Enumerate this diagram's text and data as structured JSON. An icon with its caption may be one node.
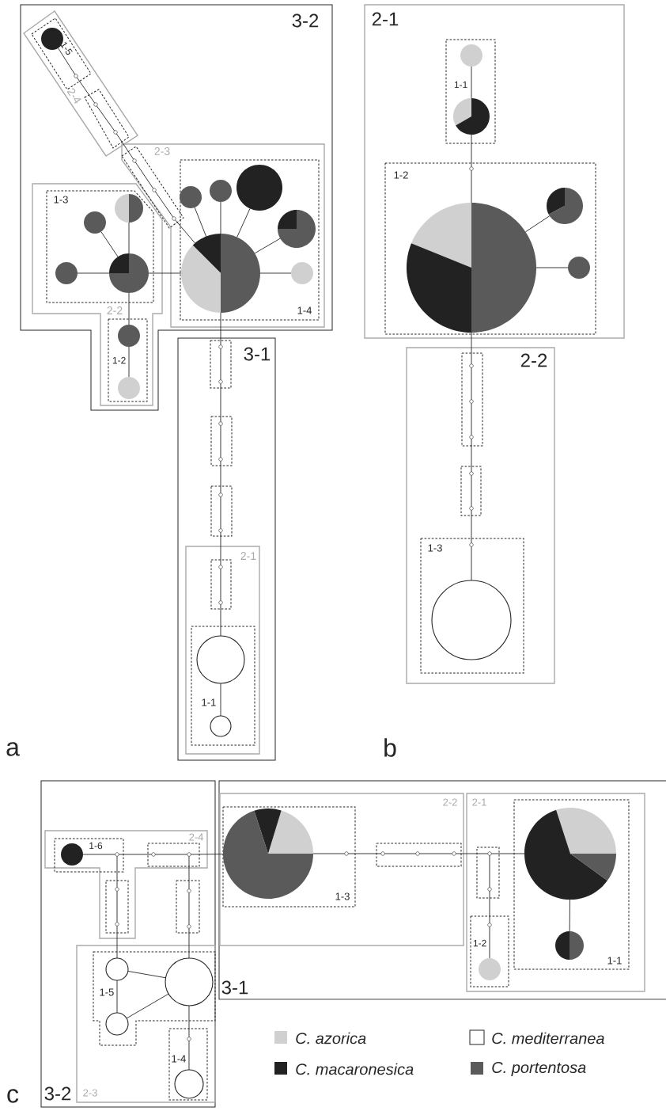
{
  "diagram": {
    "nodes": [
      {
        "text": [
          "3-2"
        ]
      },
      {
        "text": [
          "2-4"
        ],
        "in": 0
      },
      {
        "text": [
          "1-5"
        ],
        "in": 1
      },
      {
        "text": [],
        "shape": "box",
        "in": 1
      },
      {
        "text": [
          "2-3"
        ],
        "in": 0
      },
      {
        "text": [],
        "shape": "box",
        "in": 4
      },
      {
        "text": [
          "1-4"
        ],
        "in": 4
      },
      {
        "text": [
          "2-2"
        ],
        "in": 0
      },
      {
        "text": [
          "1-3"
        ],
        "in": 7
      },
      {
        "text": [
          "1-2"
        ],
        "in": 7
      },
      {
        "text": [
          "3-1"
        ]
      },
      {
        "text": [],
        "shape": "box",
        "in": 10
      },
      {
        "text": [],
        "shape": "box",
        "in": 10
      },
      {
        "text": [],
        "shape": "box",
        "in": 10
      },
      {
        "text": [
          "2-1"
        ],
        "in": 10
      },
      {
        "text": [],
        "shape": "box",
        "in": 14
      },
      {
        "text": [
          "1-1"
        ],
        "in": 14
      },
      {
        "text": [],
        "shape": "circle",
        "in": 2
      },
      {
        "text": [],
        "shape": "circle",
        "in": 2
      },
      {
        "text": [],
        "shape": "circle",
        "in": 3
      },
      {
        "text": [],
        "shape": "circle",
        "in": 3
      },
      {
        "text": [],
        "shape": "circle",
        "in": 5
      },
      {
        "text": [],
        "shape": "circle",
        "in": 5
      },
      {
        "text": [],
        "shape": "circle",
        "in": 5
      },
      {
        "text": [],
        "shape": "circle",
        "in": 6
      },
      {
        "text": [],
        "shape": "circle",
        "in": 6
      },
      {
        "text": [],
        "shape": "circle",
        "in": 6
      },
      {
        "text": [],
        "shape": "circle",
        "in": 6
      },
      {
        "text": [],
        "shape": "circle",
        "in": 6
      },
      {
        "text": [],
        "shape": "circle",
        "in": 6
      },
      {
        "text": [],
        "shape": "circle",
        "in": 8
      },
      {
        "text": [],
        "shape": "circle",
        "in": 8
      },
      {
        "text": [],
        "shape": "circle",
        "in": 8
      },
      {
        "text": [],
        "shape": "circle",
        "in": 8
      },
      {
        "text": [],
        "shape": "circle",
        "in": 9
      },
      {
        "text": [],
        "shape": "circle",
        "in": 9
      },
      {
        "text": [],
        "shape": "circle",
        "in": 11
      },
      {
        "text": [],
        "shape": "circle",
        "in": 11
      },
      {
        "text": [],
        "shape": "circle",
        "in": 12
      },
      {
        "text": [],
        "shape": "circle",
        "in": 12
      },
      {
        "text": [],
        "shape": "circle",
        "in": 13
      },
      {
        "text": [],
        "shape": "circle",
        "in": 13
      },
      {
        "text": [],
        "shape": "circle",
        "in": 15
      },
      {
        "text": [],
        "shape": "circle",
        "in": 15
      },
      {
        "text": [],
        "shape": "circle",
        "in": 16
      },
      {
        "text": [],
        "shape": "circle",
        "in": 16
      },
      {
        "text": [
          "2-1"
        ]
      },
      {
        "text": [
          "1-1"
        ],
        "in": 46
      },
      {
        "text": [
          "1-2"
        ],
        "in": 46
      },
      {
        "text": [
          "2-2"
        ]
      },
      {
        "text": [],
        "shape": "box",
        "in": 49
      },
      {
        "text": [],
        "shape": "box",
        "in": 49
      },
      {
        "text": [
          "1-3"
        ],
        "in": 49
      },
      {
        "text": [],
        "shape": "circle",
        "in": 47
      },
      {
        "text": [],
        "shape": "circle",
        "in": 47
      },
      {
        "text": [],
        "shape": "circle",
        "in": 48
      },
      {
        "text": [],
        "shape": "circle",
        "in": 48
      },
      {
        "text": [],
        "shape": "circle",
        "in": 48
      },
      {
        "text": [],
        "shape": "circle",
        "in": 48
      },
      {
        "text": [],
        "shape": "circle",
        "in": 50
      },
      {
        "text": [],
        "shape": "circle",
        "in": 50
      },
      {
        "text": [],
        "shape": "circle",
        "in": 50
      },
      {
        "text": [],
        "shape": "circle",
        "in": 51
      },
      {
        "text": [],
        "shape": "circle",
        "in": 51
      },
      {
        "text": [],
        "shape": "circle",
        "in": 52
      },
      {
        "text": [],
        "shape": "circle",
        "in": 52
      },
      {
        "text": [
          "3-2"
        ]
      },
      {
        "text": [
          "2-4"
        ],
        "in": 66
      },
      {
        "text": [
          "1-6"
        ],
        "in": 67
      },
      {
        "text": [],
        "shape": "box",
        "in": 67
      },
      {
        "text": [],
        "shape": "box",
        "in": 67
      },
      {
        "text": [],
        "shape": "box",
        "in": 66
      },
      {
        "text": [
          "2-3"
        ],
        "in": 66
      },
      {
        "text": [
          "1-5"
        ],
        "in": 72
      },
      {
        "text": [
          "1-4"
        ],
        "in": 72
      },
      {
        "text": [
          "3-1"
        ]
      },
      {
        "text": [
          "2-2"
        ],
        "in": 75
      },
      {
        "text": [
          "1-3"
        ],
        "in": 76
      },
      {
        "text": [],
        "shape": "box",
        "in": 76
      },
      {
        "text": [
          "2-1"
        ],
        "in": 75
      },
      {
        "text": [],
        "shape": "box",
        "in": 79
      },
      {
        "text": [
          "1-2"
        ],
        "in": 79
      },
      {
        "text": [
          "1-1"
        ],
        "in": 79
      },
      {
        "text": [],
        "shape": "circle",
        "in": 68
      },
      {
        "text": [],
        "shape": "circle",
        "in": 68
      },
      {
        "text": [],
        "shape": "circle",
        "in": 69
      },
      {
        "text": [],
        "shape": "circle",
        "in": 69
      },
      {
        "text": [],
        "shape": "circle",
        "in": 70
      },
      {
        "text": [],
        "shape": "circle",
        "in": 70
      },
      {
        "text": [],
        "shape": "circle",
        "in": 71
      },
      {
        "text": [],
        "shape": "circle",
        "in": 71
      },
      {
        "text": [],
        "shape": "circle",
        "in": 73
      },
      {
        "text": [],
        "shape": "circle",
        "in": 73
      },
      {
        "text": [],
        "shape": "circle",
        "in": 73
      },
      {
        "text": [],
        "shape": "circle",
        "in": 74
      },
      {
        "text": [],
        "shape": "circle",
        "in": 74
      },
      {
        "text": [],
        "shape": "circle",
        "in": 77
      },
      {
        "text": [],
        "shape": "circle",
        "in": 77
      },
      {
        "text": [],
        "shape": "circle",
        "in": 78
      },
      {
        "text": [],
        "shape": "circle",
        "in": 78
      },
      {
        "text": [],
        "shape": "circle",
        "in": 78
      },
      {
        "text": [],
        "shape": "circle",
        "in": 80
      },
      {
        "text": [],
        "shape": "circle",
        "in": 80
      },
      {
        "text": [],
        "shape": "circle",
        "in": 81
      },
      {
        "text": [],
        "shape": "circle",
        "in": 81
      },
      {
        "text": [],
        "shape": "circle",
        "in": 82
      },
      {
        "text": [],
        "shape": "circle",
        "in": 82
      }
    ],
    "edges": [
      {
        "from": 17,
        "to": 18,
        "arrow": "none"
      },
      {
        "from": 18,
        "to": 19,
        "arrow": "none"
      },
      {
        "from": 19,
        "to": 20,
        "arrow": "none"
      },
      {
        "from": 20,
        "to": 21,
        "arrow": "none"
      },
      {
        "from": 21,
        "to": 22,
        "arrow": "none"
      },
      {
        "from": 22,
        "to": 23,
        "arrow": "none"
      },
      {
        "from": 23,
        "to": 24,
        "arrow": "none"
      },
      {
        "from": 24,
        "to": 25,
        "arrow": "none"
      },
      {
        "from": 24,
        "to": 26,
        "arrow": "none"
      },
      {
        "from": 24,
        "to": 27,
        "arrow": "none"
      },
      {
        "from": 24,
        "to": 28,
        "arrow": "none"
      },
      {
        "from": 24,
        "to": 29,
        "arrow": "none"
      },
      {
        "from": 30,
        "to": 24,
        "arrow": "none"
      },
      {
        "from": 30,
        "to": 31,
        "arrow": "none"
      },
      {
        "from": 30,
        "to": 32,
        "arrow": "none"
      },
      {
        "from": 30,
        "to": 33,
        "arrow": "none"
      },
      {
        "from": 30,
        "to": 34,
        "arrow": "none"
      },
      {
        "from": 34,
        "to": 35,
        "arrow": "none"
      },
      {
        "from": 24,
        "to": 36,
        "arrow": "none"
      },
      {
        "from": 36,
        "to": 37,
        "arrow": "none"
      },
      {
        "from": 37,
        "to": 38,
        "arrow": "none"
      },
      {
        "from": 38,
        "to": 39,
        "arrow": "none"
      },
      {
        "from": 39,
        "to": 40,
        "arrow": "none"
      },
      {
        "from": 40,
        "to": 41,
        "arrow": "none"
      },
      {
        "from": 41,
        "to": 42,
        "arrow": "none"
      },
      {
        "from": 42,
        "to": 43,
        "arrow": "none"
      },
      {
        "from": 43,
        "to": 44,
        "arrow": "none"
      },
      {
        "from": 44,
        "to": 45,
        "arrow": "none"
      },
      {
        "from": 53,
        "to": 54,
        "arrow": "none"
      },
      {
        "from": 54,
        "to": 55,
        "arrow": "none"
      },
      {
        "from": 55,
        "to": 56,
        "arrow": "none"
      },
      {
        "from": 56,
        "to": 57,
        "arrow": "none"
      },
      {
        "from": 56,
        "to": 58,
        "arrow": "none"
      },
      {
        "from": 56,
        "to": 59,
        "arrow": "none"
      },
      {
        "from": 59,
        "to": 60,
        "arrow": "none"
      },
      {
        "from": 60,
        "to": 61,
        "arrow": "none"
      },
      {
        "from": 61,
        "to": 62,
        "arrow": "none"
      },
      {
        "from": 62,
        "to": 63,
        "arrow": "none"
      },
      {
        "from": 63,
        "to": 64,
        "arrow": "none"
      },
      {
        "from": 64,
        "to": 65,
        "arrow": "none"
      },
      {
        "from": 83,
        "to": 84,
        "arrow": "none"
      },
      {
        "from": 84,
        "to": 85,
        "arrow": "none"
      },
      {
        "from": 85,
        "to": 86,
        "arrow": "none"
      },
      {
        "from": 86,
        "to": 96,
        "arrow": "none"
      },
      {
        "from": 84,
        "to": 87,
        "arrow": "none"
      },
      {
        "from": 87,
        "to": 88,
        "arrow": "none"
      },
      {
        "from": 88,
        "to": 91,
        "arrow": "none"
      },
      {
        "from": 86,
        "to": 89,
        "arrow": "none"
      },
      {
        "from": 89,
        "to": 90,
        "arrow": "none"
      },
      {
        "from": 90,
        "to": 93,
        "arrow": "none"
      },
      {
        "from": 91,
        "to": 93,
        "arrow": "none"
      },
      {
        "from": 92,
        "to": 93,
        "arrow": "none"
      },
      {
        "from": 91,
        "to": 92,
        "arrow": "none"
      },
      {
        "from": 93,
        "to": 94,
        "arrow": "none"
      },
      {
        "from": 94,
        "to": 95,
        "arrow": "none"
      },
      {
        "from": 96,
        "to": 97,
        "arrow": "none"
      },
      {
        "from": 97,
        "to": 98,
        "arrow": "none"
      },
      {
        "from": 98,
        "to": 99,
        "arrow": "none"
      },
      {
        "from": 99,
        "to": 100,
        "arrow": "none"
      },
      {
        "from": 100,
        "to": 101,
        "arrow": "none"
      },
      {
        "from": 101,
        "to": 105,
        "arrow": "none"
      },
      {
        "from": 101,
        "to": 102,
        "arrow": "none"
      },
      {
        "from": 102,
        "to": 103,
        "arrow": "none"
      },
      {
        "from": 103,
        "to": 104,
        "arrow": "none"
      },
      {
        "from": 105,
        "to": 106,
        "arrow": "none"
      }
    ],
    "labels": [
      "a",
      "b",
      "c"
    ],
    "legend": [
      {
        "text": "C. azorica",
        "color": "#d0d0d0"
      },
      {
        "text": "C. mediterranea",
        "color": "#ffffff"
      },
      {
        "text": "C. macaronesica",
        "color": "#222222"
      },
      {
        "text": "C. portentosa",
        "color": "#5a5a5a"
      }
    ]
  }
}
